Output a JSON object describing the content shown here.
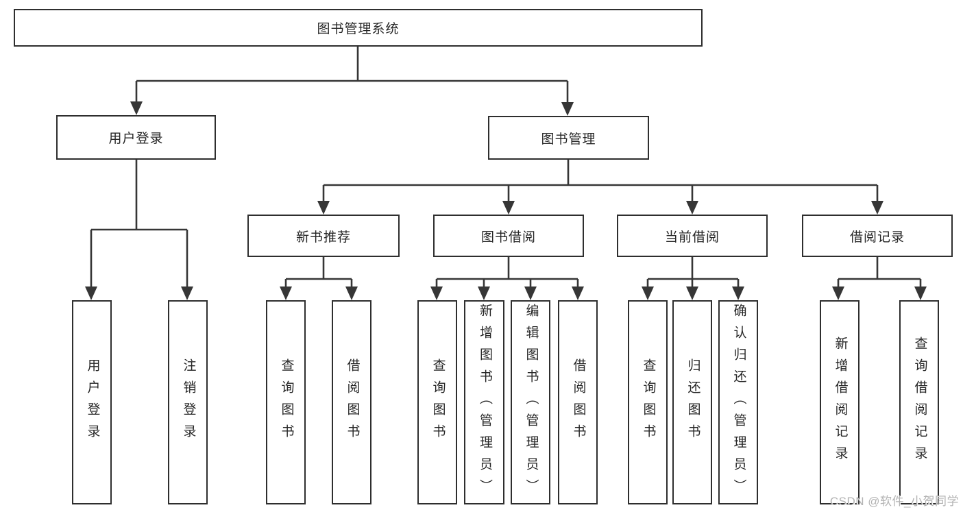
{
  "diagram": {
    "root": "图书管理系统",
    "branches": [
      {
        "label": "用户登录",
        "children": [
          "用户登录",
          "注销登录"
        ]
      },
      {
        "label": "图书管理",
        "sections": [
          {
            "label": "新书推荐",
            "children": [
              "查询图书",
              "借阅图书"
            ]
          },
          {
            "label": "图书借阅",
            "children": [
              "查询图书",
              "新增图书（管理员）",
              "编辑图书（管理员）",
              "借阅图书"
            ]
          },
          {
            "label": "当前借阅",
            "children": [
              "查询图书",
              "归还图书",
              "确认归还（管理员）"
            ]
          },
          {
            "label": "借阅记录",
            "children": [
              "新增借阅记录",
              "查询借阅记录"
            ]
          }
        ]
      }
    ]
  },
  "watermark": "CSDN @软件_小贺同学",
  "colors": {
    "line": "#363636",
    "box_border": "#2e2e2e",
    "text": "#262626",
    "watermark": "#b3b3b3",
    "background": "#ffffff"
  }
}
